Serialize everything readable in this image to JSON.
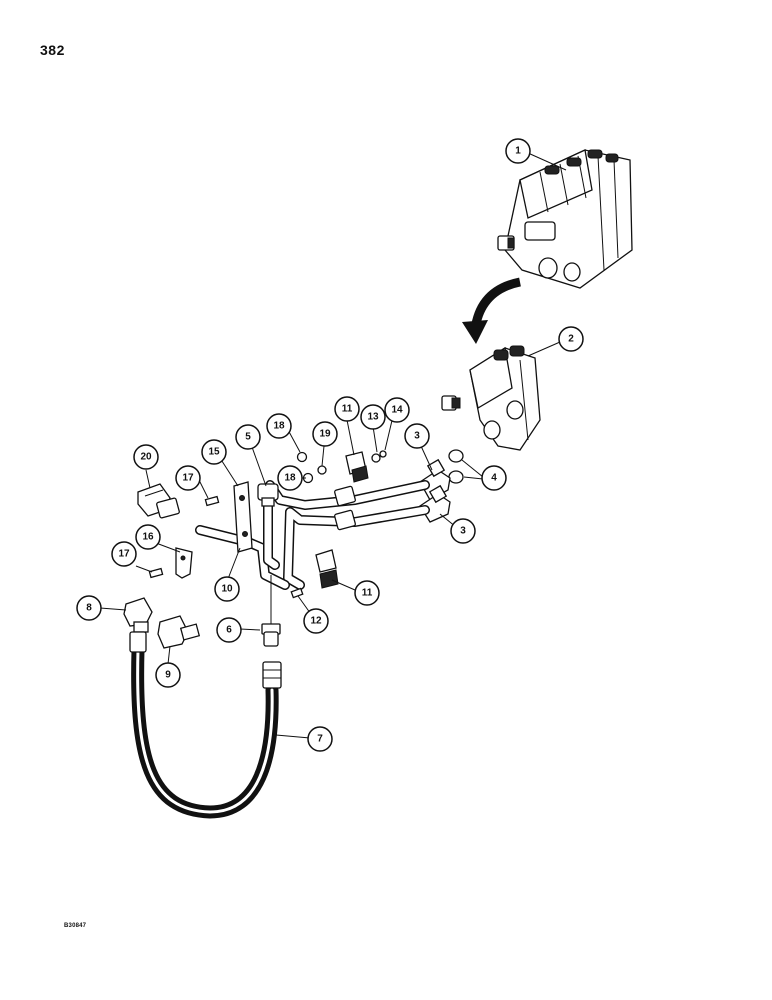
{
  "page": {
    "number": "382",
    "figure_code": "B30847"
  },
  "callouts": [
    {
      "id": "c1",
      "label": "1"
    },
    {
      "id": "c2",
      "label": "2"
    },
    {
      "id": "c3a",
      "label": "3"
    },
    {
      "id": "c3b",
      "label": "3"
    },
    {
      "id": "c4",
      "label": "4"
    },
    {
      "id": "c5",
      "label": "5"
    },
    {
      "id": "c6",
      "label": "6"
    },
    {
      "id": "c7",
      "label": "7"
    },
    {
      "id": "c8",
      "label": "8"
    },
    {
      "id": "c9",
      "label": "9"
    },
    {
      "id": "c10",
      "label": "10"
    },
    {
      "id": "c11a",
      "label": "11"
    },
    {
      "id": "c11b",
      "label": "11"
    },
    {
      "id": "c12",
      "label": "12"
    },
    {
      "id": "c13",
      "label": "13"
    },
    {
      "id": "c14",
      "label": "14"
    },
    {
      "id": "c15",
      "label": "15"
    },
    {
      "id": "c16",
      "label": "16"
    },
    {
      "id": "c17a",
      "label": "17"
    },
    {
      "id": "c17b",
      "label": "17"
    },
    {
      "id": "c18a",
      "label": "18"
    },
    {
      "id": "c18b",
      "label": "18"
    },
    {
      "id": "c19",
      "label": "19"
    },
    {
      "id": "c20",
      "label": "20"
    }
  ]
}
